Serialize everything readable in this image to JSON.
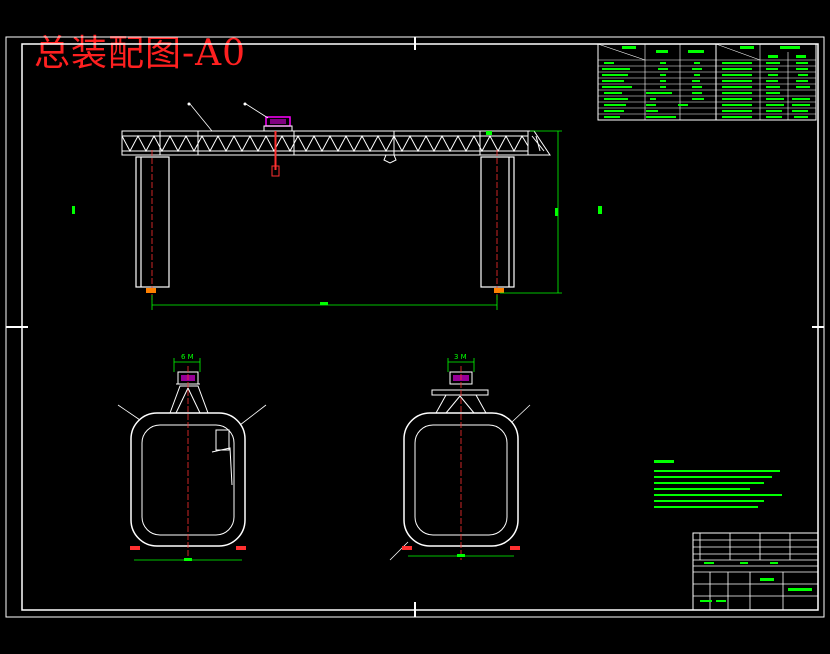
{
  "drawing": {
    "title": "总装配图-A0",
    "colors": {
      "frame": "#ffffff",
      "title": "#ff2020",
      "dim": "#00ff00",
      "center": "#ff3030",
      "hoist": "#ff00ff",
      "accent": "#ffff00"
    },
    "dim_labels": {
      "end_view_left": "6 M",
      "end_view_right": "3 M"
    }
  }
}
